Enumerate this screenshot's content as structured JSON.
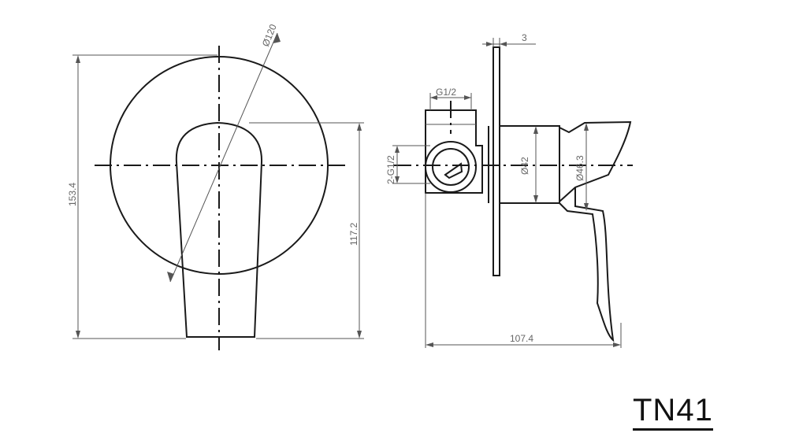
{
  "drawing": {
    "model_code": "TN41",
    "front_view": {
      "dim_diameter": "Ø120",
      "dim_height_total": "153.4",
      "dim_height_handle": "117.2"
    },
    "side_view": {
      "dim_plate_thickness": "3",
      "dim_thread_top": "G1/2",
      "dim_thread_side": "2-G1/2",
      "dim_body_diameter": "Ø42",
      "dim_handle_diameter": "Ø46.3",
      "dim_depth_total": "107.4"
    }
  }
}
